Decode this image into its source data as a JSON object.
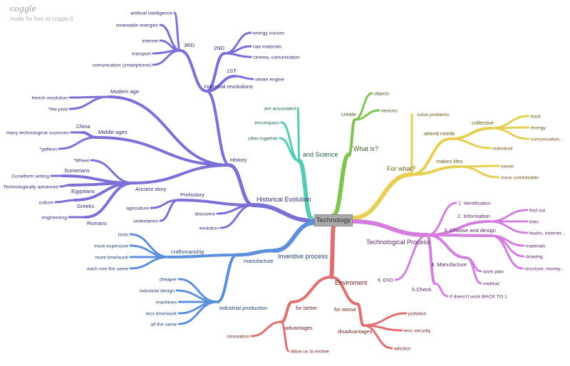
{
  "brand": {
    "logo": "coggle",
    "tagline": "made for free at coggle.it"
  },
  "root": {
    "label": "Technology"
  },
  "branches": {
    "history": {
      "line": "#7b70d6",
      "text": "#2e2a6e"
    },
    "science": {
      "line": "#52cdb3",
      "text": "#1f5e52"
    },
    "whatis": {
      "line": "#80c452",
      "text": "#3d5e22"
    },
    "forwhat": {
      "line": "#e6cf52",
      "text": "#6a5a12"
    },
    "process": {
      "line": "#d47fe0",
      "text": "#5e2468"
    },
    "env": {
      "line": "#e07070",
      "text": "#6e2222"
    },
    "invent": {
      "line": "#5d90dc",
      "text": "#223e6e"
    }
  },
  "nodes": [
    {
      "id": "he",
      "label": "Historical Evolution",
      "parent": "root",
      "branch": "history",
      "level": 1
    },
    {
      "id": "history",
      "label": "History",
      "parent": "he",
      "branch": "history",
      "level": 2
    },
    {
      "id": "ir",
      "label": "Industrial revolutions",
      "parent": "history",
      "branch": "history",
      "level": 3
    },
    {
      "id": "r3",
      "label": "3RD",
      "parent": "ir",
      "branch": "history",
      "level": 3
    },
    {
      "id": "ai",
      "label": "artificial intelligence",
      "parent": "r3",
      "branch": "history"
    },
    {
      "id": "ren",
      "label": "renewable energies",
      "parent": "r3",
      "branch": "history"
    },
    {
      "id": "int",
      "label": "internet",
      "parent": "r3",
      "branch": "history"
    },
    {
      "id": "tra",
      "label": "transport",
      "parent": "r3",
      "branch": "history"
    },
    {
      "id": "com",
      "label": "comunication (smartphone)",
      "parent": "r3",
      "branch": "history"
    },
    {
      "id": "r2",
      "label": "2ND",
      "parent": "ir",
      "branch": "history",
      "level": 3
    },
    {
      "id": "es",
      "label": "energy souces",
      "parent": "r2",
      "branch": "history"
    },
    {
      "id": "rm",
      "label": "raw materials",
      "parent": "r2",
      "branch": "history"
    },
    {
      "id": "cin",
      "label": "cinema, comunication",
      "parent": "r2",
      "branch": "history"
    },
    {
      "id": "r1",
      "label": "1ST",
      "parent": "ir",
      "branch": "history",
      "level": 3
    },
    {
      "id": "se",
      "label": "steam engine",
      "parent": "r1",
      "branch": "history"
    },
    {
      "id": "modern",
      "label": "Modern age",
      "parent": "history",
      "branch": "history",
      "level": 3
    },
    {
      "id": "fr",
      "label": "french revolution",
      "parent": "modern",
      "branch": "history"
    },
    {
      "id": "pr",
      "label": "*the print",
      "parent": "modern",
      "branch": "history"
    },
    {
      "id": "middle",
      "label": "Middle ages",
      "parent": "history",
      "branch": "history",
      "level": 3
    },
    {
      "id": "china",
      "label": "China",
      "parent": "middle",
      "branch": "history",
      "level": 3
    },
    {
      "id": "mts",
      "label": "many technological sucesses",
      "parent": "china",
      "branch": "history"
    },
    {
      "id": "gal",
      "label": "*galleon",
      "parent": "middle",
      "branch": "history"
    },
    {
      "id": "ancient",
      "label": "Ancient story",
      "parent": "history",
      "branch": "history",
      "level": 3
    },
    {
      "id": "wheel",
      "label": "*Wheel",
      "parent": "ancient",
      "branch": "history"
    },
    {
      "id": "sumer",
      "label": "Sumerians",
      "parent": "ancient",
      "branch": "history",
      "level": 3
    },
    {
      "id": "cune",
      "label": "Cuneiform writing",
      "parent": "sumer",
      "branch": "history"
    },
    {
      "id": "egypt",
      "label": "Egyptians",
      "parent": "ancient",
      "branch": "history",
      "level": 3
    },
    {
      "id": "tadv",
      "label": "Technologically advanced",
      "parent": "egypt",
      "branch": "history"
    },
    {
      "id": "greeks",
      "label": "Greeks",
      "parent": "ancient",
      "branch": "history",
      "level": 3
    },
    {
      "id": "cult",
      "label": "culture",
      "parent": "greeks",
      "branch": "history"
    },
    {
      "id": "romans",
      "label": "Romans",
      "parent": "ancient",
      "branch": "history",
      "level": 3
    },
    {
      "id": "eng",
      "label": "engineering",
      "parent": "romans",
      "branch": "history"
    },
    {
      "id": "prehist",
      "label": "Prehistory",
      "parent": "he",
      "branch": "history",
      "level": 3
    },
    {
      "id": "agri",
      "label": "agriculture",
      "parent": "prehist",
      "branch": "history"
    },
    {
      "id": "sed",
      "label": "sedentaries",
      "parent": "prehist",
      "branch": "history"
    },
    {
      "id": "disc",
      "label": "discovers",
      "parent": "he",
      "branch": "history"
    },
    {
      "id": "evo",
      "label": "evolution",
      "parent": "he",
      "branch": "history"
    },
    {
      "id": "sci",
      "label": "and Science",
      "parent": "root",
      "branch": "science",
      "level": 1
    },
    {
      "id": "assoc",
      "label": "are associated",
      "parent": "sci",
      "branch": "science"
    },
    {
      "id": "enc",
      "label": "encompass",
      "parent": "sci",
      "branch": "science"
    },
    {
      "id": "often",
      "label": "often together",
      "parent": "sci",
      "branch": "science"
    },
    {
      "id": "what",
      "label": "What is?",
      "parent": "root",
      "branch": "whatis",
      "level": 1
    },
    {
      "id": "create",
      "label": "create",
      "parent": "what",
      "branch": "whatis",
      "level": 3
    },
    {
      "id": "obj",
      "label": "objects",
      "parent": "create",
      "branch": "whatis"
    },
    {
      "id": "dev",
      "label": "devices",
      "parent": "create",
      "branch": "whatis"
    },
    {
      "id": "forwhat",
      "label": "For what?",
      "parent": "root",
      "branch": "forwhat",
      "level": 1
    },
    {
      "id": "solve",
      "label": "solve problems",
      "parent": "forwhat",
      "branch": "forwhat"
    },
    {
      "id": "attend",
      "label": "attend needs",
      "parent": "forwhat",
      "branch": "forwhat",
      "level": 3
    },
    {
      "id": "collective",
      "label": "collective",
      "parent": "attend",
      "branch": "forwhat",
      "level": 3
    },
    {
      "id": "food",
      "label": "food",
      "parent": "collective",
      "branch": "forwhat"
    },
    {
      "id": "energy",
      "label": "energy",
      "parent": "collective",
      "branch": "forwhat"
    },
    {
      "id": "comm2",
      "label": "comunication...",
      "parent": "collective",
      "branch": "forwhat"
    },
    {
      "id": "indiv",
      "label": "individual",
      "parent": "attend",
      "branch": "forwhat"
    },
    {
      "id": "makes",
      "label": "makes lifes",
      "parent": "forwhat",
      "branch": "forwhat",
      "level": 3
    },
    {
      "id": "easier",
      "label": "easier",
      "parent": "makes",
      "branch": "forwhat"
    },
    {
      "id": "comf",
      "label": "more comfortable",
      "parent": "makes",
      "branch": "forwhat"
    },
    {
      "id": "tp",
      "label": "Technological Process",
      "parent": "root",
      "branch": "process",
      "level": 1
    },
    {
      "id": "p1",
      "label": "1.  Identification",
      "parent": "tp",
      "branch": "process"
    },
    {
      "id": "p2",
      "label": "2.  Information",
      "parent": "tp",
      "branch": "process",
      "level": 3
    },
    {
      "id": "find",
      "label": "find out",
      "parent": "p2",
      "branch": "process"
    },
    {
      "id": "tries",
      "label": "tries",
      "parent": "p2",
      "branch": "process"
    },
    {
      "id": "books",
      "label": "books, internet...",
      "parent": "p2",
      "branch": "process"
    },
    {
      "id": "p3",
      "label": "3.  Choose and design",
      "parent": "tp",
      "branch": "process",
      "level": 3
    },
    {
      "id": "mat",
      "label": "materials",
      "parent": "p3",
      "branch": "process"
    },
    {
      "id": "draw",
      "label": "drawing",
      "parent": "p3",
      "branch": "process"
    },
    {
      "id": "struct",
      "label": "structure, money...",
      "parent": "p3",
      "branch": "process"
    },
    {
      "id": "p4",
      "label": "4.  Manufacture",
      "parent": "tp",
      "branch": "process",
      "level": 3
    },
    {
      "id": "wp",
      "label": "work plan",
      "parent": "p4",
      "branch": "process"
    },
    {
      "id": "meth",
      "label": "method",
      "parent": "p4",
      "branch": "process"
    },
    {
      "id": "p6",
      "label": "6.  END",
      "parent": "tp",
      "branch": "process"
    },
    {
      "id": "p5",
      "label": "5.Check",
      "parent": "tp",
      "branch": "process",
      "level": 3
    },
    {
      "id": "ifd",
      "label": "If doesn't work BACK TO 1",
      "parent": "p5",
      "branch": "process"
    },
    {
      "id": "env",
      "label": "Enviroment",
      "parent": "root",
      "branch": "env",
      "level": 1
    },
    {
      "id": "better",
      "label": "for better",
      "parent": "env",
      "branch": "env",
      "level": 3
    },
    {
      "id": "adv",
      "label": "advantages",
      "parent": "better",
      "branch": "env",
      "level": 3
    },
    {
      "id": "inn",
      "label": "innovation",
      "parent": "adv",
      "branch": "env"
    },
    {
      "id": "allow",
      "label": "allow us to evolve",
      "parent": "adv",
      "branch": "env"
    },
    {
      "id": "worse",
      "label": "for worse",
      "parent": "env",
      "branch": "env",
      "level": 3
    },
    {
      "id": "disadv",
      "label": "disadvantages",
      "parent": "worse",
      "branch": "env",
      "level": 3
    },
    {
      "id": "poll",
      "label": "pollution",
      "parent": "disadv",
      "branch": "env"
    },
    {
      "id": "lsec",
      "label": "less security",
      "parent": "disadv",
      "branch": "env"
    },
    {
      "id": "adic",
      "label": "adiction",
      "parent": "disadv",
      "branch": "env"
    },
    {
      "id": "inv",
      "label": "Inventive process",
      "parent": "root",
      "branch": "invent",
      "level": 1
    },
    {
      "id": "manuf",
      "label": "manufacture",
      "parent": "inv",
      "branch": "invent",
      "level": 2
    },
    {
      "id": "craft",
      "label": "craftsmanship",
      "parent": "manuf",
      "branch": "invent",
      "level": 3
    },
    {
      "id": "tools",
      "label": "tools",
      "parent": "craft",
      "branch": "invent"
    },
    {
      "id": "exp",
      "label": "more expensive",
      "parent": "craft",
      "branch": "invent"
    },
    {
      "id": "mtw",
      "label": "more time/work",
      "parent": "craft",
      "branch": "invent"
    },
    {
      "id": "same1",
      "label": "each one the same",
      "parent": "craft",
      "branch": "invent"
    },
    {
      "id": "indprod",
      "label": "industrial production",
      "parent": "manuf",
      "branch": "invent",
      "level": 3
    },
    {
      "id": "cheap",
      "label": "cheaper",
      "parent": "indprod",
      "branch": "invent"
    },
    {
      "id": "idsg",
      "label": "industrial design",
      "parent": "indprod",
      "branch": "invent"
    },
    {
      "id": "mach",
      "label": "machines",
      "parent": "indprod",
      "branch": "invent"
    },
    {
      "id": "ltw",
      "label": "less time/work",
      "parent": "indprod",
      "branch": "invent"
    },
    {
      "id": "same2",
      "label": "all the same",
      "parent": "indprod",
      "branch": "invent"
    }
  ]
}
